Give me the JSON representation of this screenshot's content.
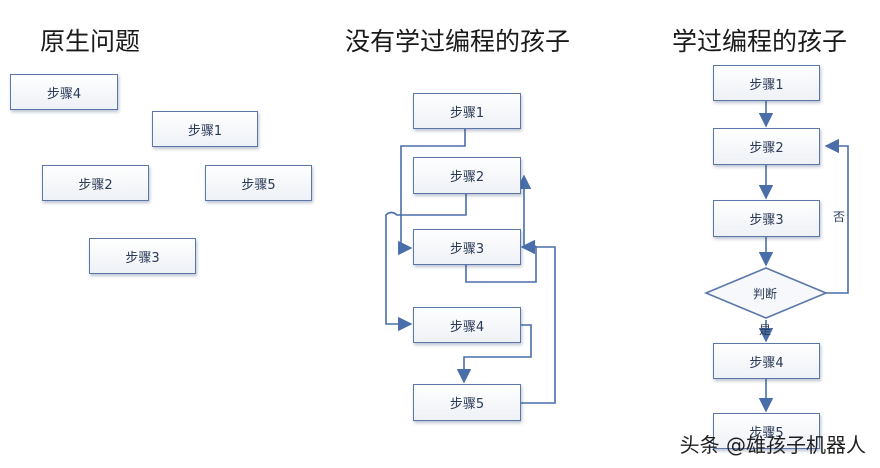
{
  "titles": {
    "left": "原生问题",
    "middle": "没有学过编程的孩子",
    "right": "学过编程的孩子"
  },
  "steps": {
    "s1": "步骤1",
    "s2": "步骤2",
    "s3": "步骤3",
    "s4": "步骤4",
    "s5": "步骤5"
  },
  "decision": {
    "label": "判断",
    "yes": "是",
    "no": "否"
  },
  "watermark": "头条 @雄孩子机器人",
  "colors": {
    "line": "#4a6ea9",
    "border": "#5a77a8"
  }
}
